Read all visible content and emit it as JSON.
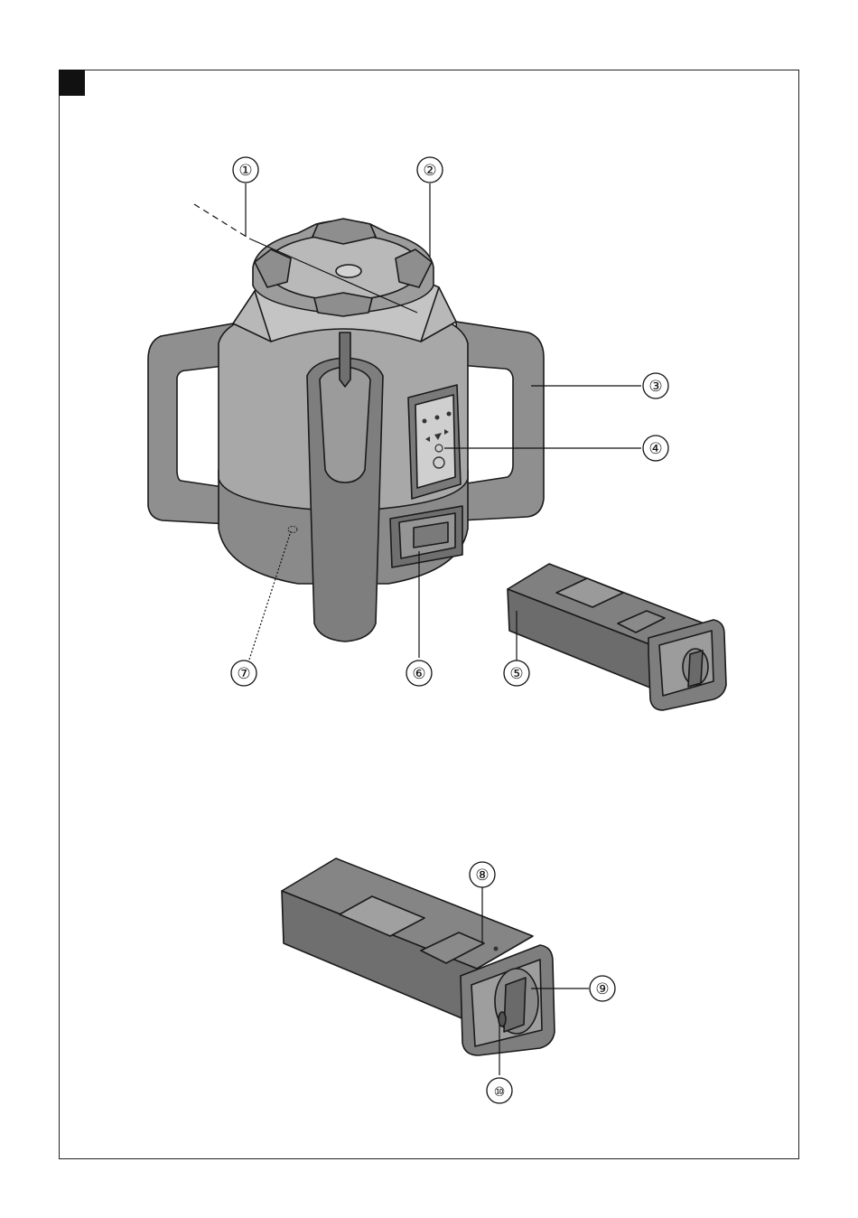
{
  "figure": {
    "callouts": [
      {
        "id": 1,
        "label": "①"
      },
      {
        "id": 2,
        "label": "②"
      },
      {
        "id": 3,
        "label": "③"
      },
      {
        "id": 4,
        "label": "④"
      },
      {
        "id": 5,
        "label": "⑤"
      },
      {
        "id": 6,
        "label": "⑥"
      },
      {
        "id": 7,
        "label": "⑦"
      },
      {
        "id": 8,
        "label": "⑧"
      },
      {
        "id": 9,
        "label": "⑨"
      },
      {
        "id": 10,
        "label": "⑩"
      }
    ],
    "colors": {
      "body_gray": "#9a9a9a",
      "handle_gray": "#8c8c8c",
      "dark_gray": "#6e6e6e",
      "light_gray": "#bdbdbd",
      "outline": "#1a1a1a"
    }
  }
}
